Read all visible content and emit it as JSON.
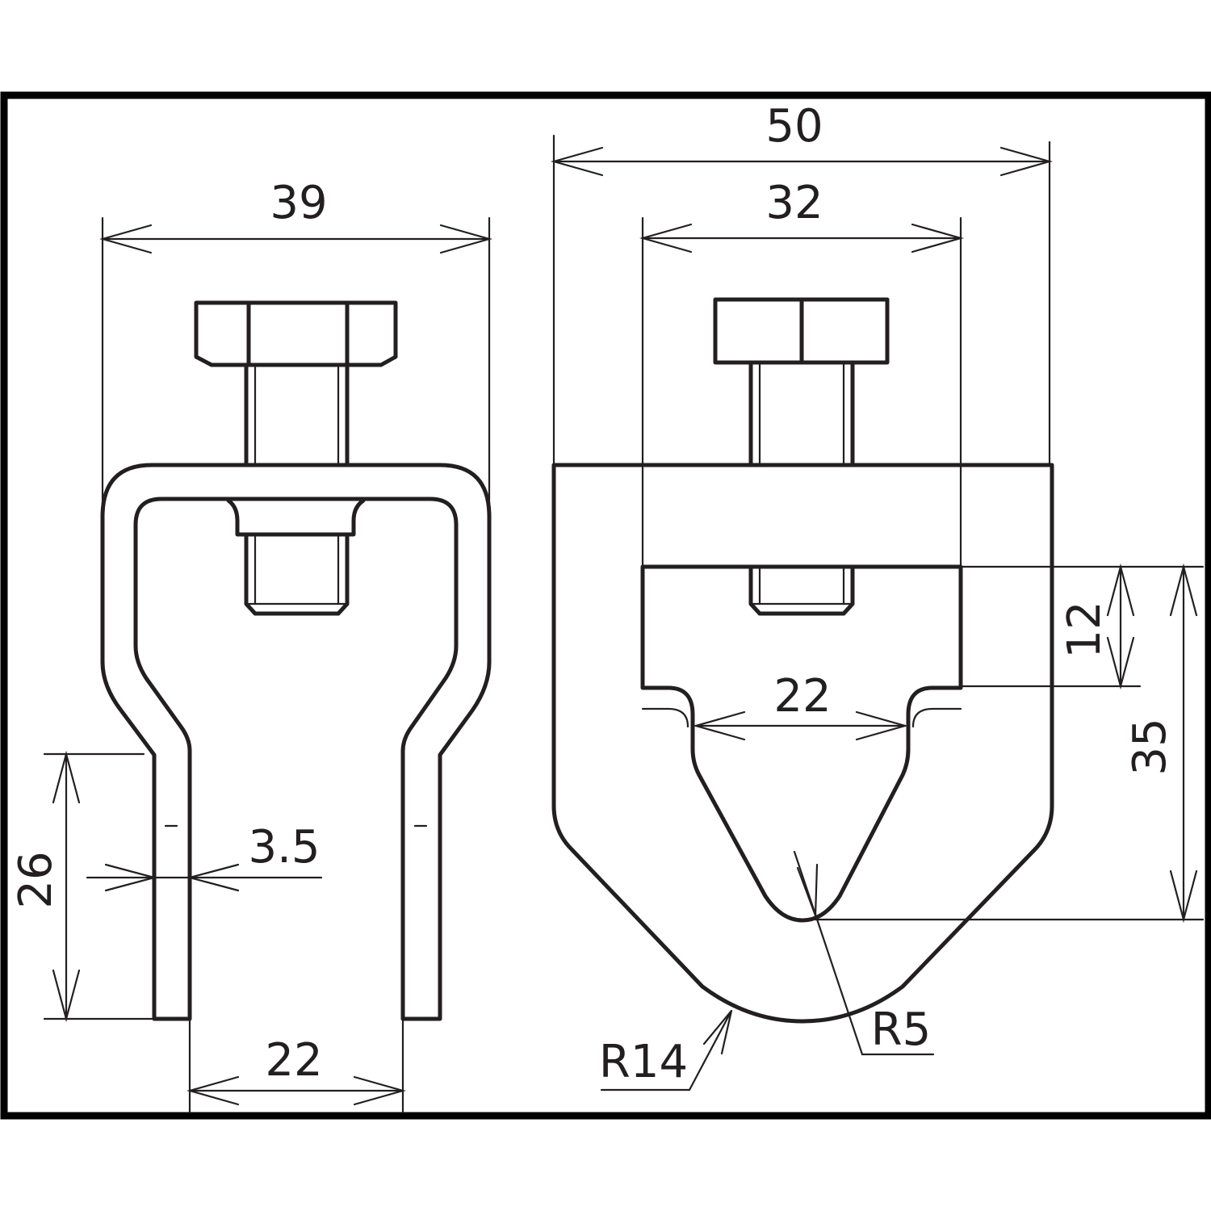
{
  "dimensions": {
    "side_width": "39",
    "side_leg_length": "26",
    "side_thickness": "3.5",
    "side_gap": "22",
    "front_width": "50",
    "front_inner_width": "32",
    "front_slot_depth": "12",
    "front_height": "35",
    "front_jaw_width": "22",
    "outer_radius": "R14",
    "inner_radius": "R5"
  },
  "colors": {
    "line": "#231f20",
    "frame": "#000000",
    "background": "#ffffff"
  }
}
